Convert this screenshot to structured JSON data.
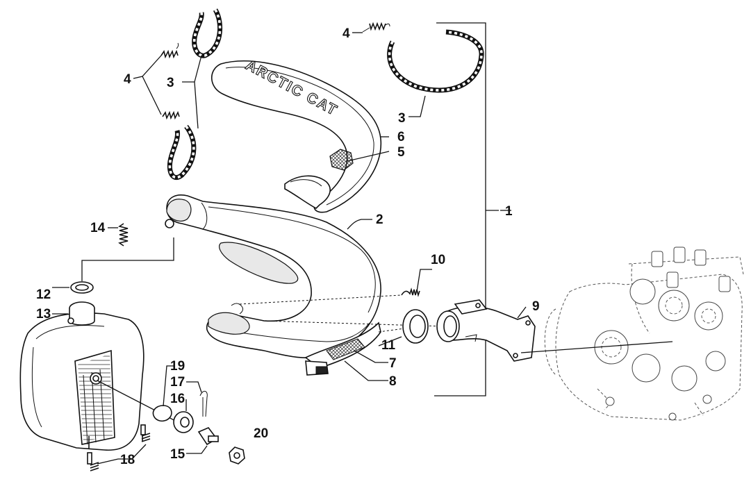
{
  "diagram": {
    "brand_text": "ARCTIC CAT",
    "callouts": [
      {
        "key": "c1",
        "label": "1"
      },
      {
        "key": "c2",
        "label": "2"
      },
      {
        "key": "c3a",
        "label": "3"
      },
      {
        "key": "c3b",
        "label": "3"
      },
      {
        "key": "c4a",
        "label": "4"
      },
      {
        "key": "c4b",
        "label": "4"
      },
      {
        "key": "c5",
        "label": "5"
      },
      {
        "key": "c6",
        "label": "6"
      },
      {
        "key": "c7",
        "label": "7"
      },
      {
        "key": "c8",
        "label": "8"
      },
      {
        "key": "c9",
        "label": "9"
      },
      {
        "key": "c10",
        "label": "10"
      },
      {
        "key": "c11",
        "label": "11"
      },
      {
        "key": "c12",
        "label": "12"
      },
      {
        "key": "c13",
        "label": "13"
      },
      {
        "key": "c14",
        "label": "14"
      },
      {
        "key": "c15",
        "label": "15"
      },
      {
        "key": "c16",
        "label": "16"
      },
      {
        "key": "c17",
        "label": "17"
      },
      {
        "key": "c18",
        "label": "18"
      },
      {
        "key": "c19",
        "label": "19"
      },
      {
        "key": "c20",
        "label": "20"
      }
    ]
  }
}
